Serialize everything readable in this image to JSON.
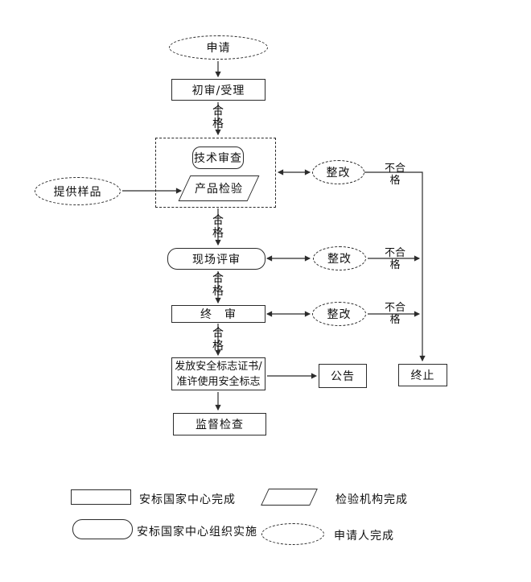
{
  "flowchart": {
    "nodes": {
      "apply": "申请",
      "initial_review": "初审/受理",
      "tech_review": "技术审查",
      "product_inspection": "产品检验",
      "provide_samples": "提供样品",
      "rectify_1": "整改",
      "rectify_2": "整改",
      "rectify_3": "整改",
      "site_review": "现场评审",
      "final_review": "终　审",
      "issue_certificate_line1": "发放安全标志证书/",
      "issue_certificate_line2": "准许使用安全标志",
      "announcement": "公告",
      "terminate": "终止",
      "supervision": "监督检查"
    },
    "edge_labels": {
      "pass_1": "合格",
      "pass_2": "合格",
      "pass_3": "合格",
      "pass_4": "合格",
      "fail_1": "不合格",
      "fail_2": "不合格",
      "fail_3": "不合格"
    }
  },
  "legend": {
    "items": [
      {
        "shape": "rectangle",
        "label": "安标国家中心完成"
      },
      {
        "shape": "parallelogram",
        "label": "检验机构完成"
      },
      {
        "shape": "rounded-rectangle",
        "label": "安标国家中心组织实施"
      },
      {
        "shape": "dashed-ellipse",
        "label": "申请人完成"
      }
    ]
  },
  "colors": {
    "line": "#2b2b2b",
    "background": "#ffffff",
    "text": "#111111"
  }
}
